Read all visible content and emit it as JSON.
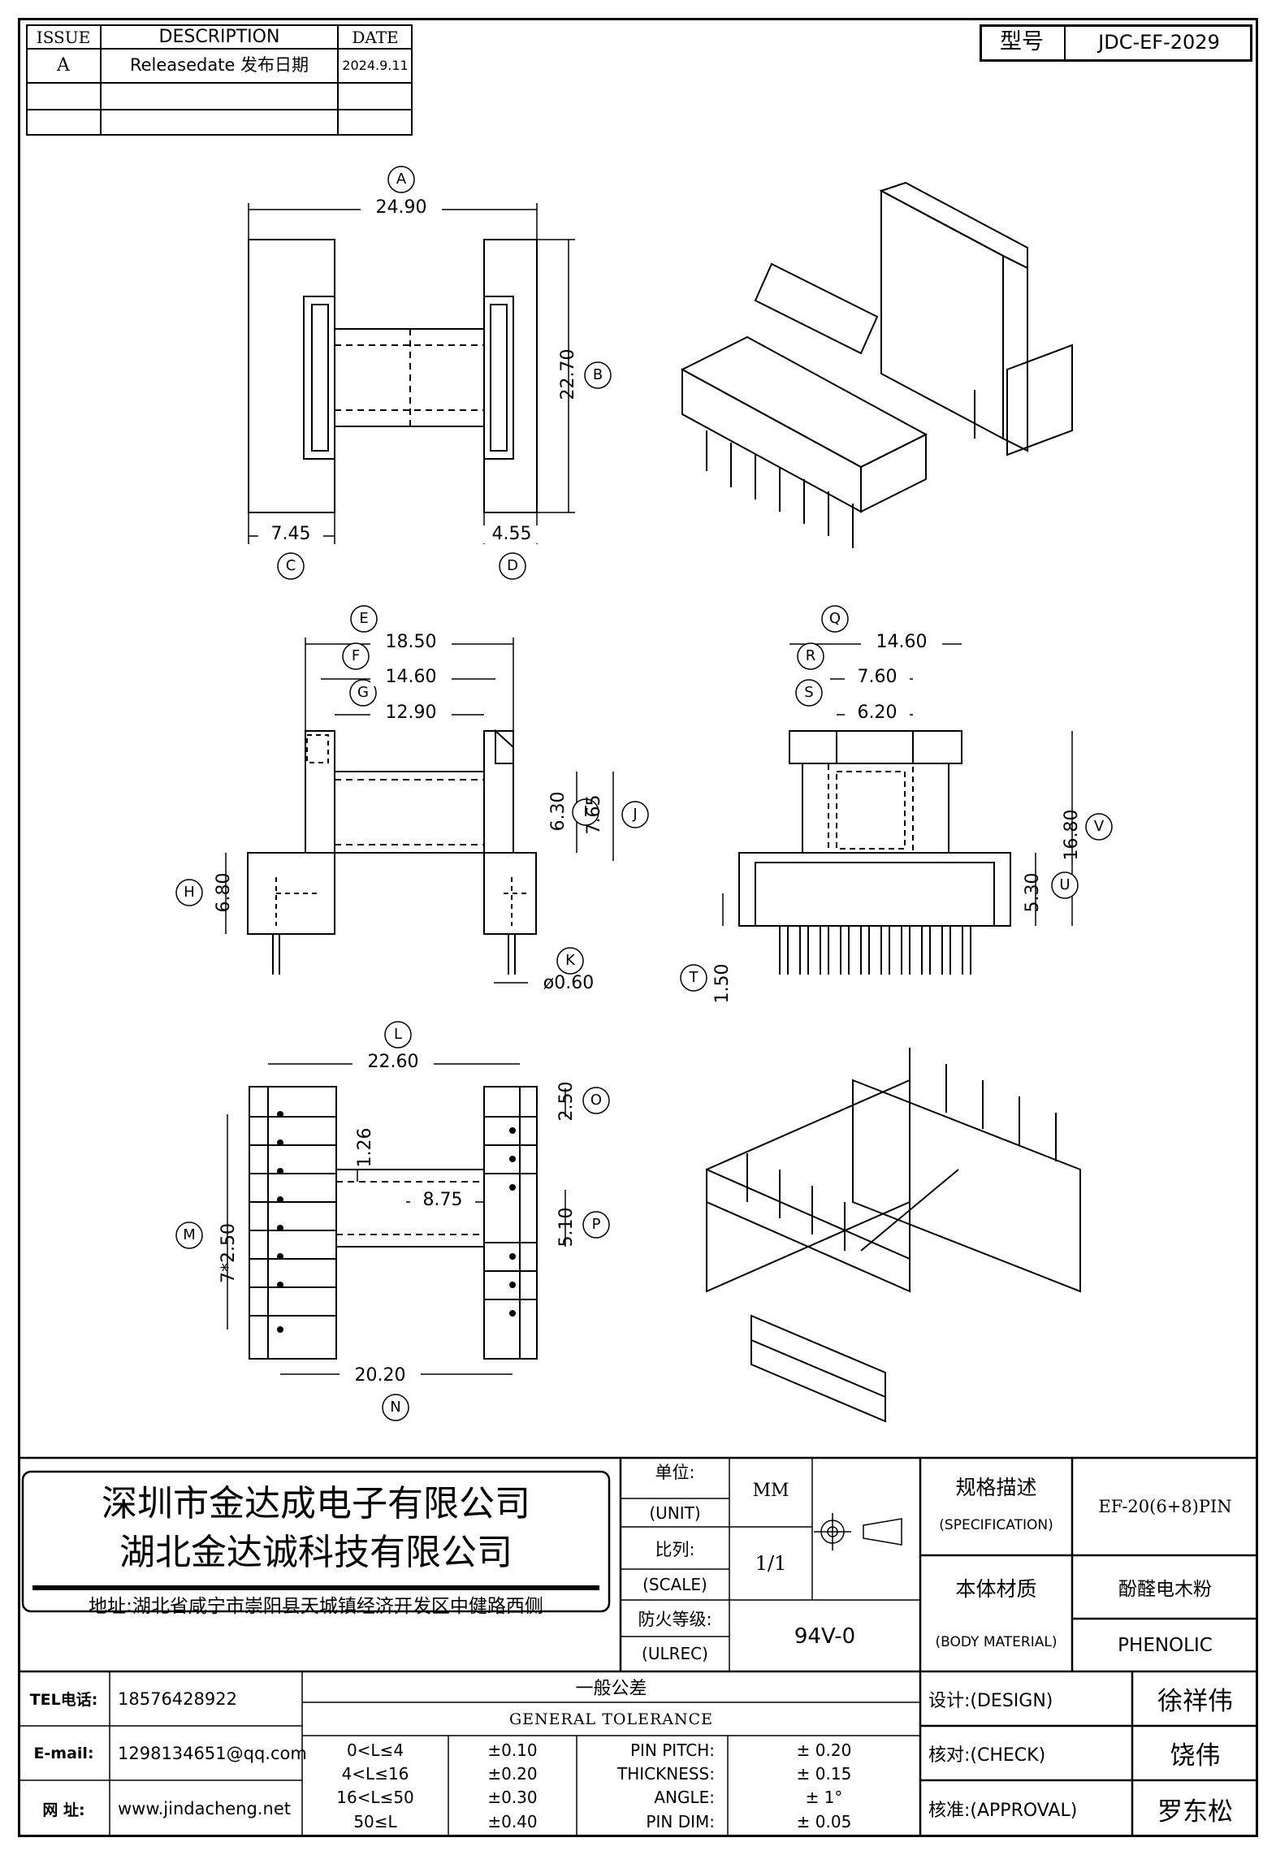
{
  "revision": {
    "headers": [
      "ISSUE",
      "DESCRIPTION",
      "DATE"
    ],
    "rows": [
      {
        "issue": "A",
        "description": "Releasedate 发布日期",
        "date": "2024.9.11"
      },
      {
        "issue": "",
        "description": "",
        "date": ""
      },
      {
        "issue": "",
        "description": "",
        "date": ""
      }
    ]
  },
  "model": {
    "label": "型号",
    "value": "JDC-EF-2029"
  },
  "dimensions": {
    "A": {
      "tag": "A",
      "value": "24.90"
    },
    "B": {
      "tag": "B",
      "value": "22.70"
    },
    "C": {
      "tag": "C",
      "value": "7.45"
    },
    "D": {
      "tag": "D",
      "value": "4.55"
    },
    "E": {
      "tag": "E",
      "value": "18.50"
    },
    "F": {
      "tag": "F",
      "value": "14.60"
    },
    "G": {
      "tag": "G",
      "value": "12.90"
    },
    "H": {
      "tag": "H",
      "value": "6.80"
    },
    "I": {
      "tag": "I",
      "value": "6.30"
    },
    "J": {
      "tag": "J",
      "value": "7.65"
    },
    "K": {
      "tag": "K",
      "value": "ø0.60"
    },
    "Q": {
      "tag": "Q",
      "value": "14.60"
    },
    "R": {
      "tag": "R",
      "value": "7.60"
    },
    "S": {
      "tag": "S",
      "value": "6.20"
    },
    "T": {
      "tag": "T",
      "value": "1.50"
    },
    "U": {
      "tag": "U",
      "value": "5.30"
    },
    "V": {
      "tag": "V",
      "value": "16.80"
    },
    "L": {
      "tag": "L",
      "value": "22.60"
    },
    "M": {
      "tag": "M",
      "value": "7*2.50"
    },
    "N": {
      "tag": "N",
      "value": "20.20"
    },
    "O": {
      "tag": "O",
      "value": "2.50"
    },
    "P": {
      "tag": "P",
      "value": "5.10"
    },
    "p126": {
      "value": "1.26"
    },
    "p875": {
      "value": "8.75"
    }
  },
  "titleblock": {
    "company1": "深圳市金达成电子有限公司",
    "company2": "湖北金达诚科技有限公司",
    "address": "地址:湖北省咸宁市崇阳县天城镇经济开发区中健路西侧",
    "unit_label": "单位:",
    "unit_label_en": "(UNIT)",
    "unit_value": "MM",
    "scale_label": "比列:",
    "scale_label_en": "(SCALE)",
    "scale_value": "1/1",
    "ul_label": "防火等级:",
    "ul_label_en": "(ULREC)",
    "ul_value": "94V-0",
    "spec_label": "规格描述",
    "spec_label_en": "(SPECIFICATION)",
    "spec_value": "EF-20(6+8)PIN",
    "material_label": "本体材质",
    "material_label_en": "(BODY MATERIAL)",
    "material_value": "酚醛电木粉",
    "material_value_en": "PHENOLIC",
    "tel_label": "TEL电话:",
    "tel_value": "18576428922",
    "email_label": "E-mail:",
    "email_value": "1298134651@qq.com",
    "web_label": "网 址:",
    "web_value": "www.jindacheng.net",
    "tol_title": "一般公差",
    "tol_title_en": "GENERAL TOLERANCE",
    "tol_ranges": [
      "0<L≤4",
      "4<L≤16",
      "16<L≤50",
      "50≤L"
    ],
    "tol_values": [
      "±0.10",
      "±0.20",
      "±0.30",
      "±0.40"
    ],
    "tol_params": [
      "PIN PITCH:",
      "THICKNESS:",
      "ANGLE:",
      "PIN DIM:"
    ],
    "tol_param_values": [
      "± 0.20",
      "± 0.15",
      "± 1°",
      "± 0.05"
    ],
    "design_label": "设计:(DESIGN)",
    "design_value": "徐祥伟",
    "check_label": "核对:(CHECK)",
    "check_value": "饶伟",
    "approval_label": "核准:(APPROVAL)",
    "approval_value": "罗东松"
  }
}
